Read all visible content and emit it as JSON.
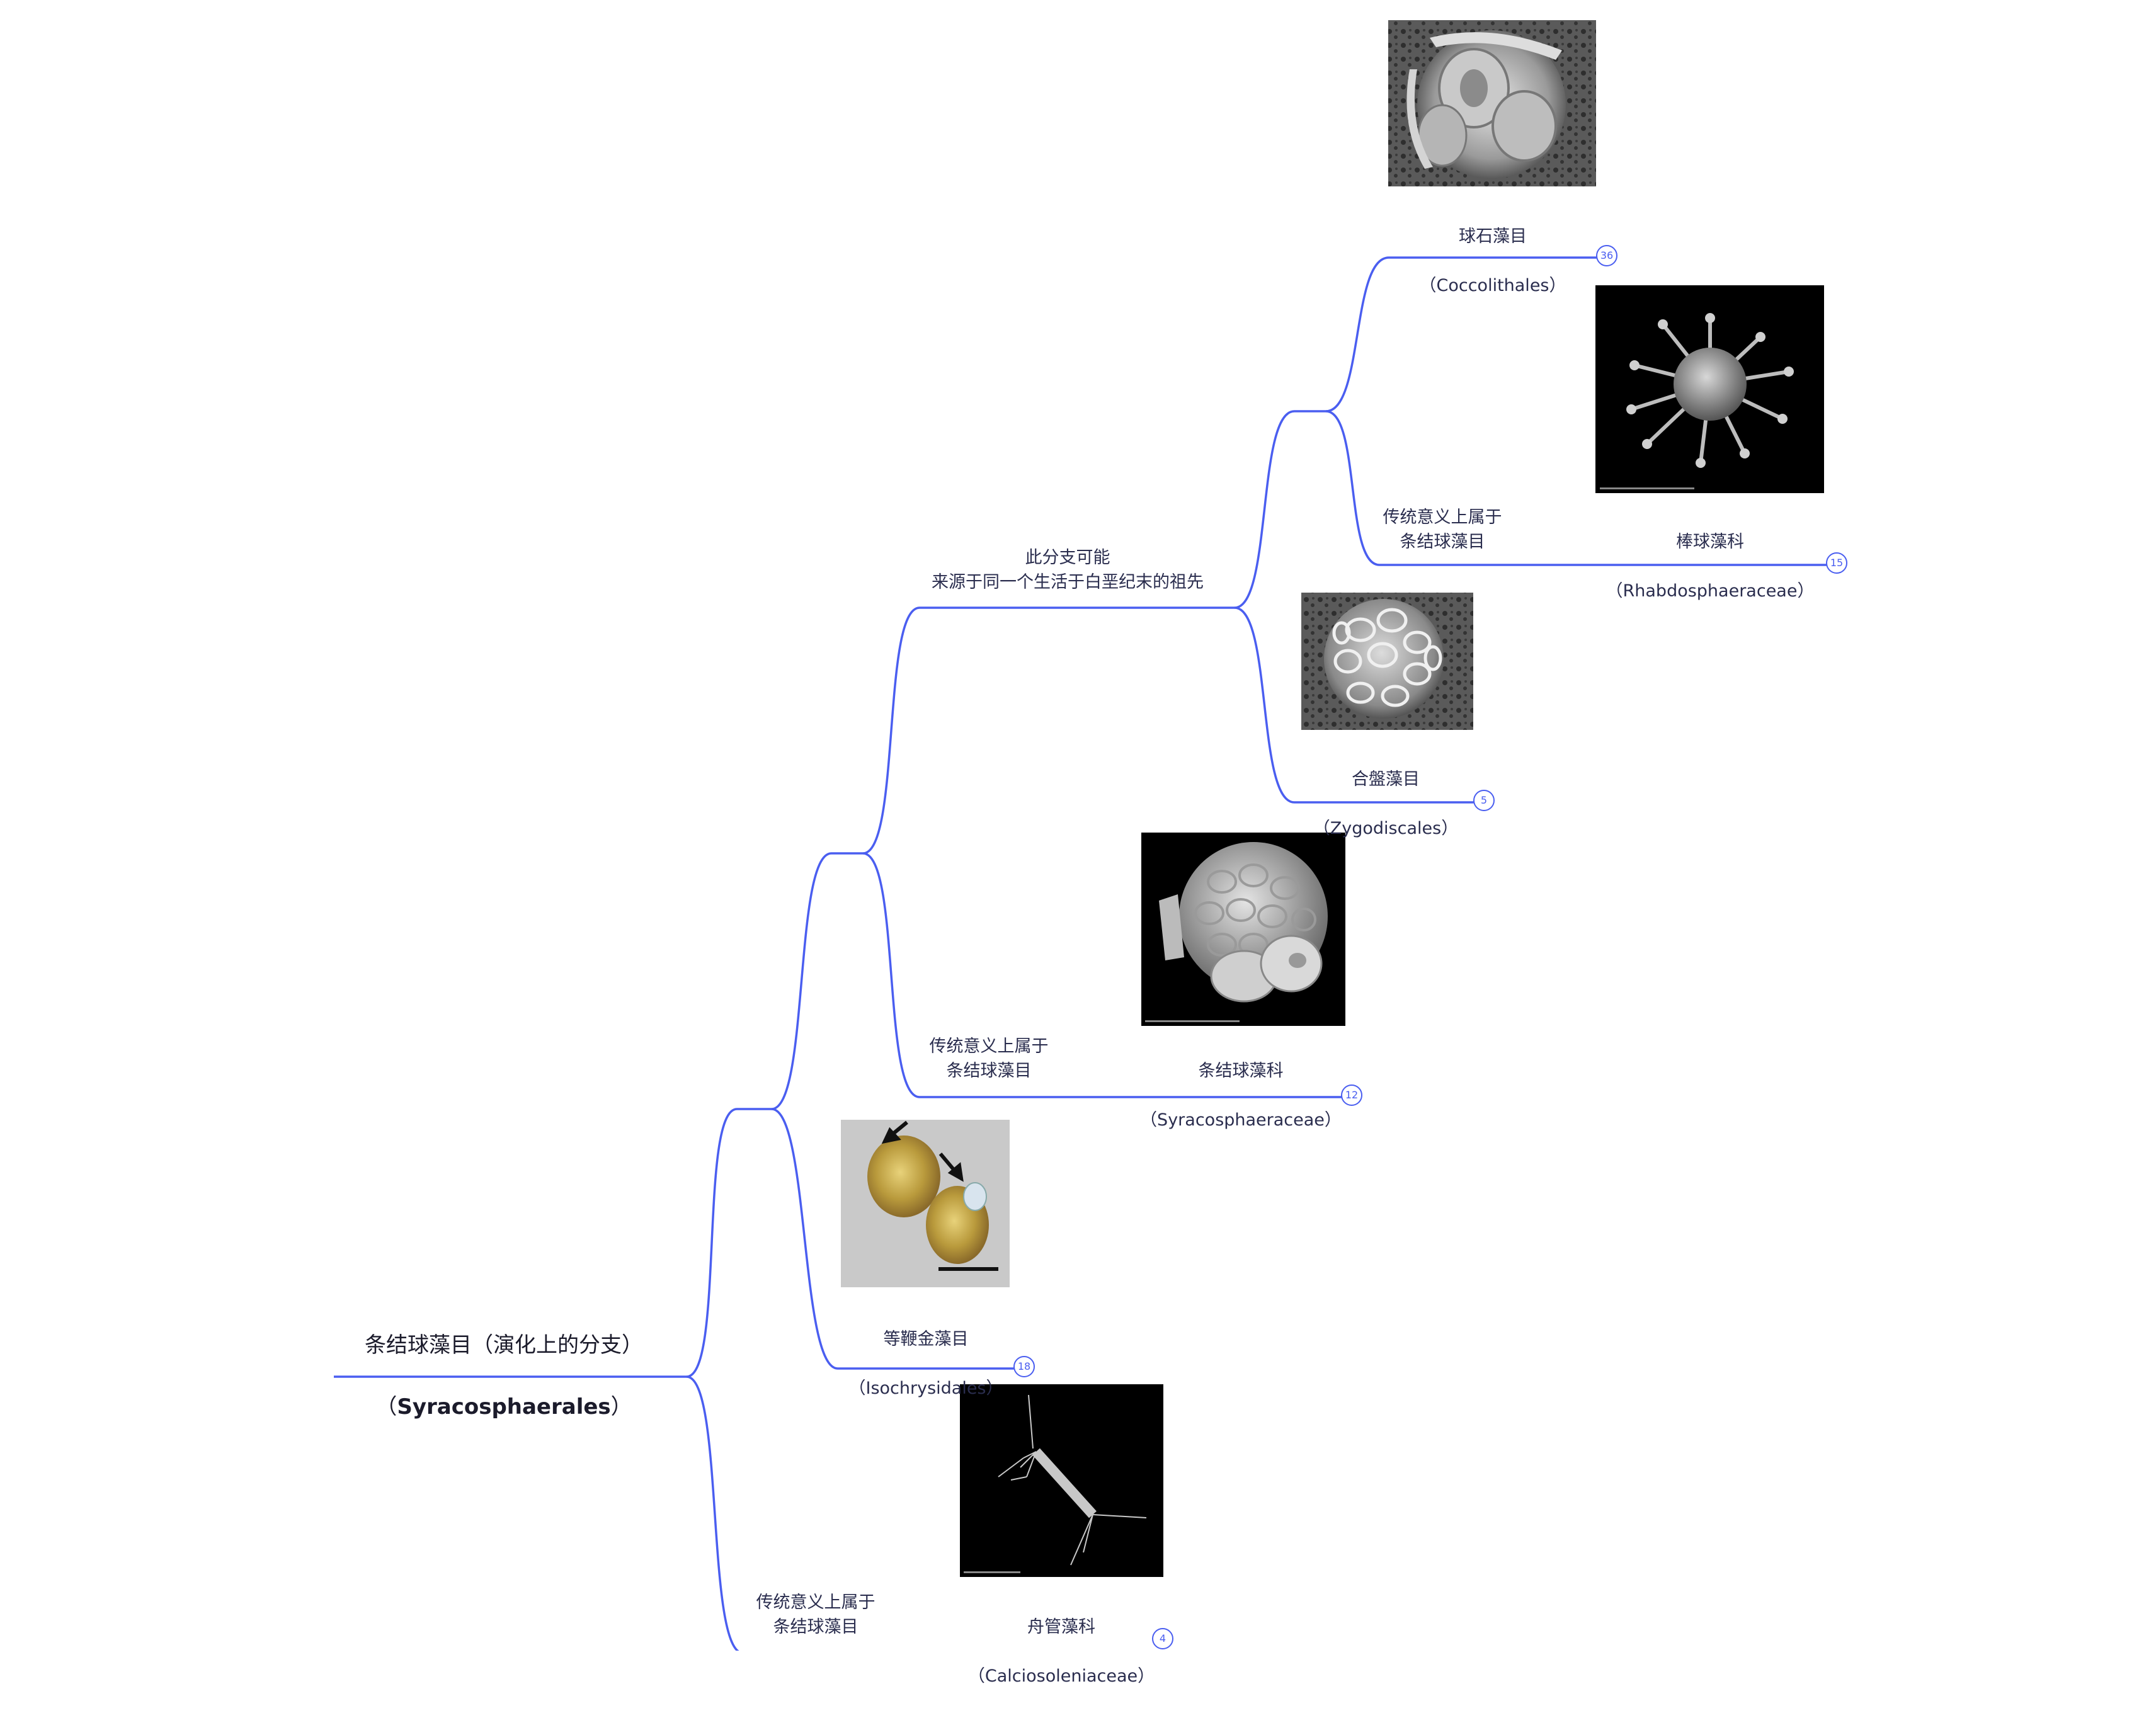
{
  "root": {
    "line1": "条结球藻目（演化上的分支）",
    "line2_open": "（",
    "line2_latin": "Syracosphaerales",
    "line2_close": "）"
  },
  "branch_note": "此分支可能\n来源于同一个生活于白垩纪末的祖先",
  "traditional_note": "传统意义上属于\n条结球藻目",
  "nodes": {
    "coccolithales": {
      "name": "球石藻目",
      "latin": "（Coccolithales）",
      "count": "36"
    },
    "rhabdosphaeraceae": {
      "name": "棒球藻科",
      "latin": "（Rhabdosphaeraceae）",
      "count": "15"
    },
    "zygodiscales": {
      "name": "合盤藻目",
      "latin": "（Zygodiscales）",
      "count": "5"
    },
    "syracosphaeraceae": {
      "name": "条结球藻科",
      "latin": "（Syracosphaeraceae）",
      "count": "12"
    },
    "isochrysidales": {
      "name": "等鞭金藻目",
      "latin": "（Isochrysidales）",
      "count": "18"
    },
    "calciosoleniaceae": {
      "name": "舟管藻科",
      "latin": "（Calciosoleniaceae）",
      "count": "4"
    }
  },
  "colors": {
    "edge": "#4a5ef0",
    "text": "#2a2d4e",
    "background": "#ffffff"
  },
  "icons": {
    "images": "micrograph-photo",
    "badges": "count-badge"
  }
}
